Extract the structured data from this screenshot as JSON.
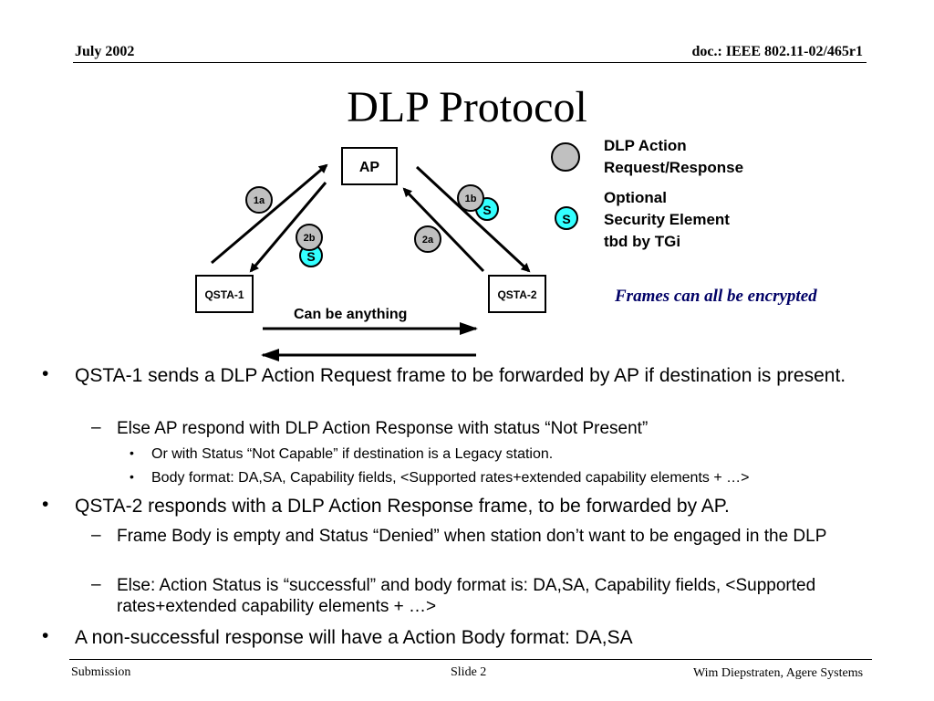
{
  "header": {
    "date": "July 2002",
    "doc": "doc.: IEEE 802.11-02/465r1"
  },
  "title": "DLP Protocol",
  "diagram": {
    "ap_label": "AP",
    "qsta1_label": "QSTA-1",
    "qsta2_label": "QSTA-2",
    "step_1a": "1a",
    "step_1b": "1b",
    "step_2a": "2a",
    "step_2b": "2b",
    "security_marker": "S",
    "anything_label": "Can be anything",
    "colors": {
      "action_circle": "#c0c0c0",
      "security_circle": "#33ffff"
    }
  },
  "legend": {
    "action_line1": "DLP Action",
    "action_line2": "Request/Response",
    "security_marker": "S",
    "security_line1": "Optional",
    "security_line2": "Security Element",
    "security_line3": "tbd by TGi"
  },
  "note": "Frames can all be encrypted",
  "bullets": {
    "b1": "QSTA-1 sends a DLP Action Request frame to be forwarded by AP if destination is present.",
    "b1_1": "Else AP respond with DLP Action Response with status “Not Present”",
    "b1_1_1": "Or with Status “Not Capable” if destination is a Legacy station.",
    "b1_1_2": "Body format: DA,SA, Capability fields, <Supported rates+extended capability elements + …>",
    "b2": "QSTA-2 responds with a DLP Action Response frame, to be forwarded by AP.",
    "b2_1": "Frame Body is empty and Status “Denied” when station don’t want to be engaged in the DLP",
    "b2_2": "Else: Action Status is “successful” and body format is: DA,SA, Capability fields, <Supported rates+extended capability elements + …>",
    "b3": "A non-successful response will have a Action Body format: DA,SA"
  },
  "markers": {
    "l1": "•",
    "l2": "–",
    "l3": "•"
  },
  "footer": {
    "left": "Submission",
    "center": "Slide 2",
    "right": "Wim Diepstraten, Agere Systems"
  }
}
